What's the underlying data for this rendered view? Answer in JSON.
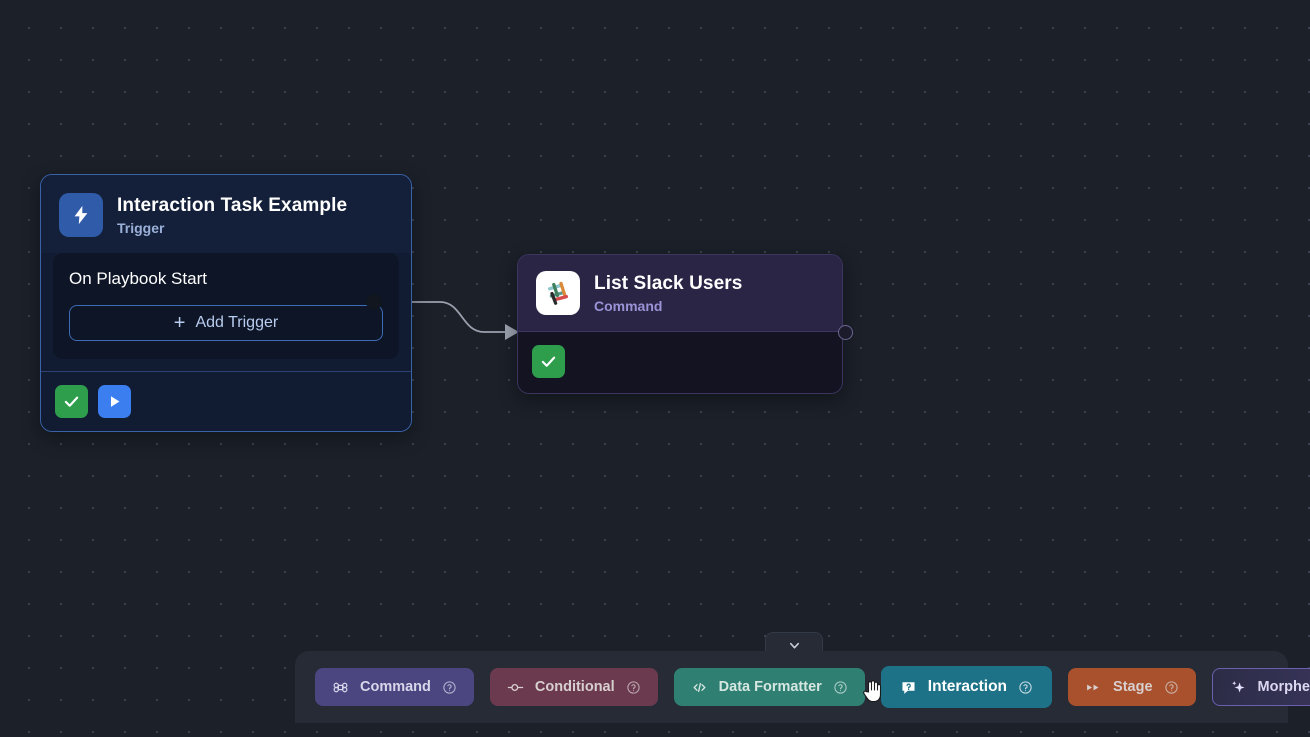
{
  "canvas": {
    "background_color": "#1b2029",
    "grid": "dot-grid"
  },
  "nodes": [
    {
      "id": "trigger",
      "title": "Interaction Task Example",
      "subtitle": "Trigger",
      "icon": "lightning-bolt-icon",
      "accent_color": "#2f5ba8",
      "body_label": "On Playbook Start",
      "add_button_label": "Add Trigger",
      "footer_actions": [
        {
          "name": "validate",
          "icon": "check-icon",
          "color": "#2e9e4d"
        },
        {
          "name": "run",
          "icon": "play-icon",
          "color": "#3b7ef0"
        }
      ]
    },
    {
      "id": "command",
      "title": "List Slack Users",
      "subtitle": "Command",
      "icon": "slack-icon",
      "accent_color": "#2a2545",
      "footer_actions": [
        {
          "name": "validate",
          "icon": "check-icon",
          "color": "#2e9e4d"
        }
      ]
    }
  ],
  "edge": {
    "from": "trigger-output-handle",
    "to": "command-input-handle",
    "color": "#9aa0ad",
    "arrow": true
  },
  "toolbar": {
    "collapse_icon": "chevron-down-icon",
    "overflow_icon": "ellipsis-icon",
    "buttons": [
      {
        "label": "Command",
        "icon": "command-key-icon",
        "help_icon": "question-circle-icon",
        "color": "#4b4580",
        "active": false
      },
      {
        "label": "Conditional",
        "icon": "branch-icon",
        "help_icon": "question-circle-icon",
        "color": "#6b3a4f",
        "active": false
      },
      {
        "label": "Data Formatter",
        "icon": "code-tags-icon",
        "help_icon": "question-circle-icon",
        "color": "#2f7f72",
        "active": false
      },
      {
        "label": "Interaction",
        "icon": "chat-question-icon",
        "help_icon": "question-circle-icon",
        "color": "#1d7288",
        "active": true
      },
      {
        "label": "Stage",
        "icon": "fast-forward-icon",
        "help_icon": "question-circle-icon",
        "color": "#a8512c",
        "active": false
      },
      {
        "label": "Morpheus AI",
        "icon": "sparkle-icon",
        "help_icon": "question-circle-icon",
        "color": "#3d3564",
        "active": false
      }
    ]
  },
  "cursor": {
    "type": "pointing-hand-cursor"
  }
}
